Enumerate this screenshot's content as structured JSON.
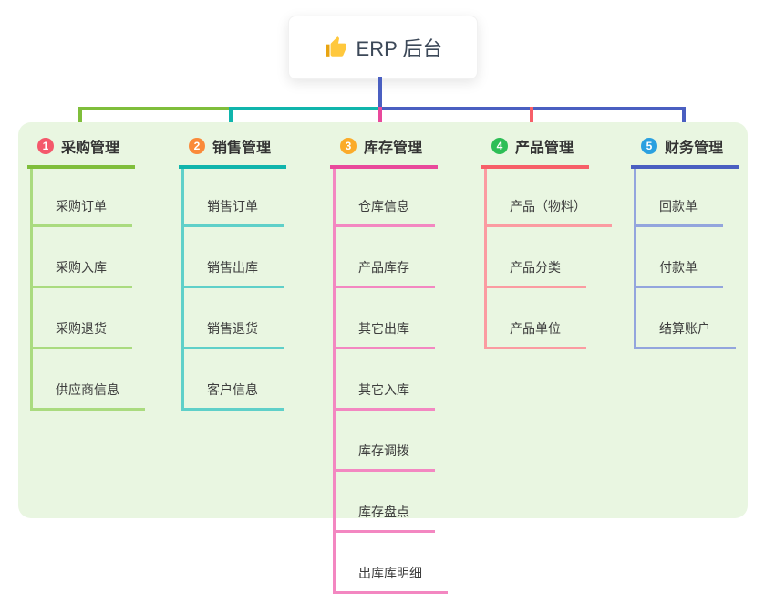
{
  "root": {
    "icon": "thumbs-up-icon",
    "title": "ERP 后台"
  },
  "colors": {
    "canvas_bg": "#ffffff",
    "panel_bg": "#e9f6e1",
    "root_text": "#3c4858",
    "center_line": "#4a5fc1"
  },
  "branches": [
    {
      "num": "1",
      "label": "采购管理",
      "badge_color": "#f4586b",
      "line_color": "#7fbe3b",
      "light_color": "#aadb7f",
      "children": [
        "采购订单",
        "采购入库",
        "采购退货",
        "供应商信息"
      ]
    },
    {
      "num": "2",
      "label": "销售管理",
      "badge_color": "#fa8a3a",
      "line_color": "#10b5ac",
      "light_color": "#5fd0c9",
      "children": [
        "销售订单",
        "销售出库",
        "销售退货",
        "客户信息"
      ]
    },
    {
      "num": "3",
      "label": "库存管理",
      "badge_color": "#fbab2a",
      "line_color": "#e9499b",
      "light_color": "#f387c1",
      "children": [
        "仓库信息",
        "产品库存",
        "其它出库",
        "其它入库",
        "库存调拨",
        "库存盘点",
        "出库库明细"
      ]
    },
    {
      "num": "4",
      "label": "产品管理",
      "badge_color": "#2dbe56",
      "line_color": "#f75f68",
      "light_color": "#fb9ba1",
      "children": [
        "产品（物料）",
        "产品分类",
        "产品单位"
      ]
    },
    {
      "num": "5",
      "label": "财务管理",
      "badge_color": "#2aa0e0",
      "line_color": "#4a5fc1",
      "light_color": "#93a5dd",
      "children": [
        "回款单",
        "付款单",
        "结算账户"
      ]
    }
  ]
}
